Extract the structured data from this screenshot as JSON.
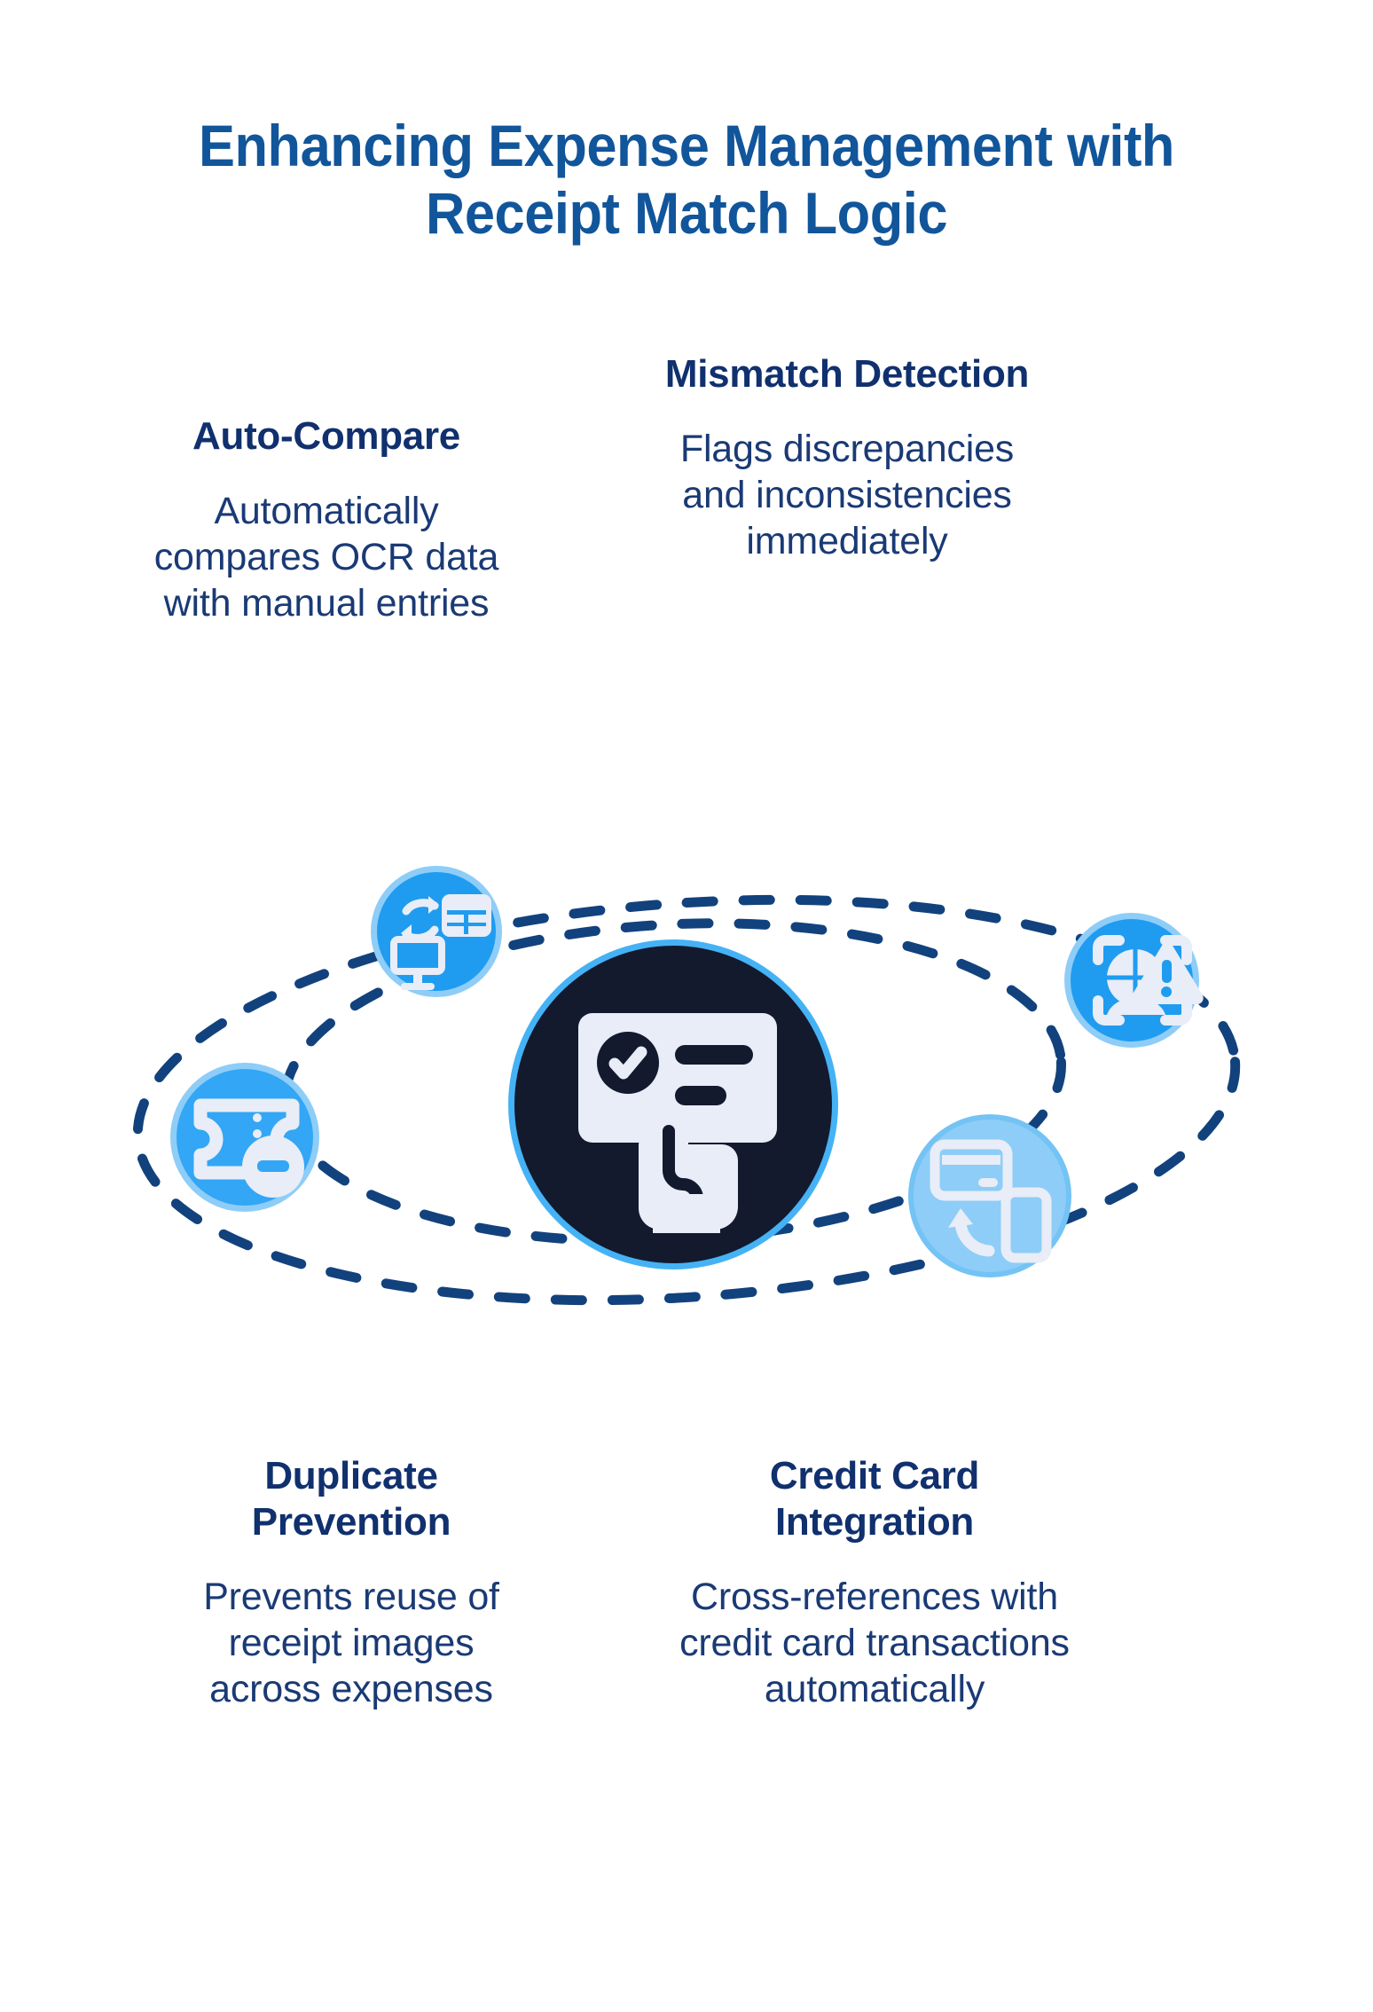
{
  "title": {
    "line1": "Enhancing Expense Management with",
    "line2": "Receipt Match Logic"
  },
  "features": [
    {
      "id": "auto-compare",
      "heading": "Auto-Compare",
      "body": "Automatically compares OCR data with manual entries",
      "icon": "data-sync-monitor-icon",
      "icon_color": "#1f9cf0"
    },
    {
      "id": "mismatch-detection",
      "heading": "Mismatch Detection",
      "body": "Flags discrepancies and inconsistencies immediately",
      "icon": "scan-warning-icon",
      "icon_color": "#1f9cf0"
    },
    {
      "id": "duplicate-prevention",
      "heading": "Duplicate Prevention",
      "body": "Prevents reuse of receipt images across expenses",
      "icon": "receipt-minus-icon",
      "icon_color": "#33a6f5"
    },
    {
      "id": "credit-card-integration",
      "heading": "Credit Card Integration",
      "body": "Cross-references with credit card transactions automatically",
      "icon": "credit-card-phone-icon",
      "icon_color": "#8ecdf7"
    }
  ],
  "center": {
    "icon": "receipt-verified-tap-icon",
    "circle_color": "#131a2e",
    "ring_color": "#45b2f5"
  },
  "colors": {
    "title": "#11559b",
    "heading": "#10306e",
    "body": "#1a3a75",
    "orbit_dash": "#12427d",
    "background": "#ffffff",
    "icon_glyph": "#e8edf7"
  }
}
